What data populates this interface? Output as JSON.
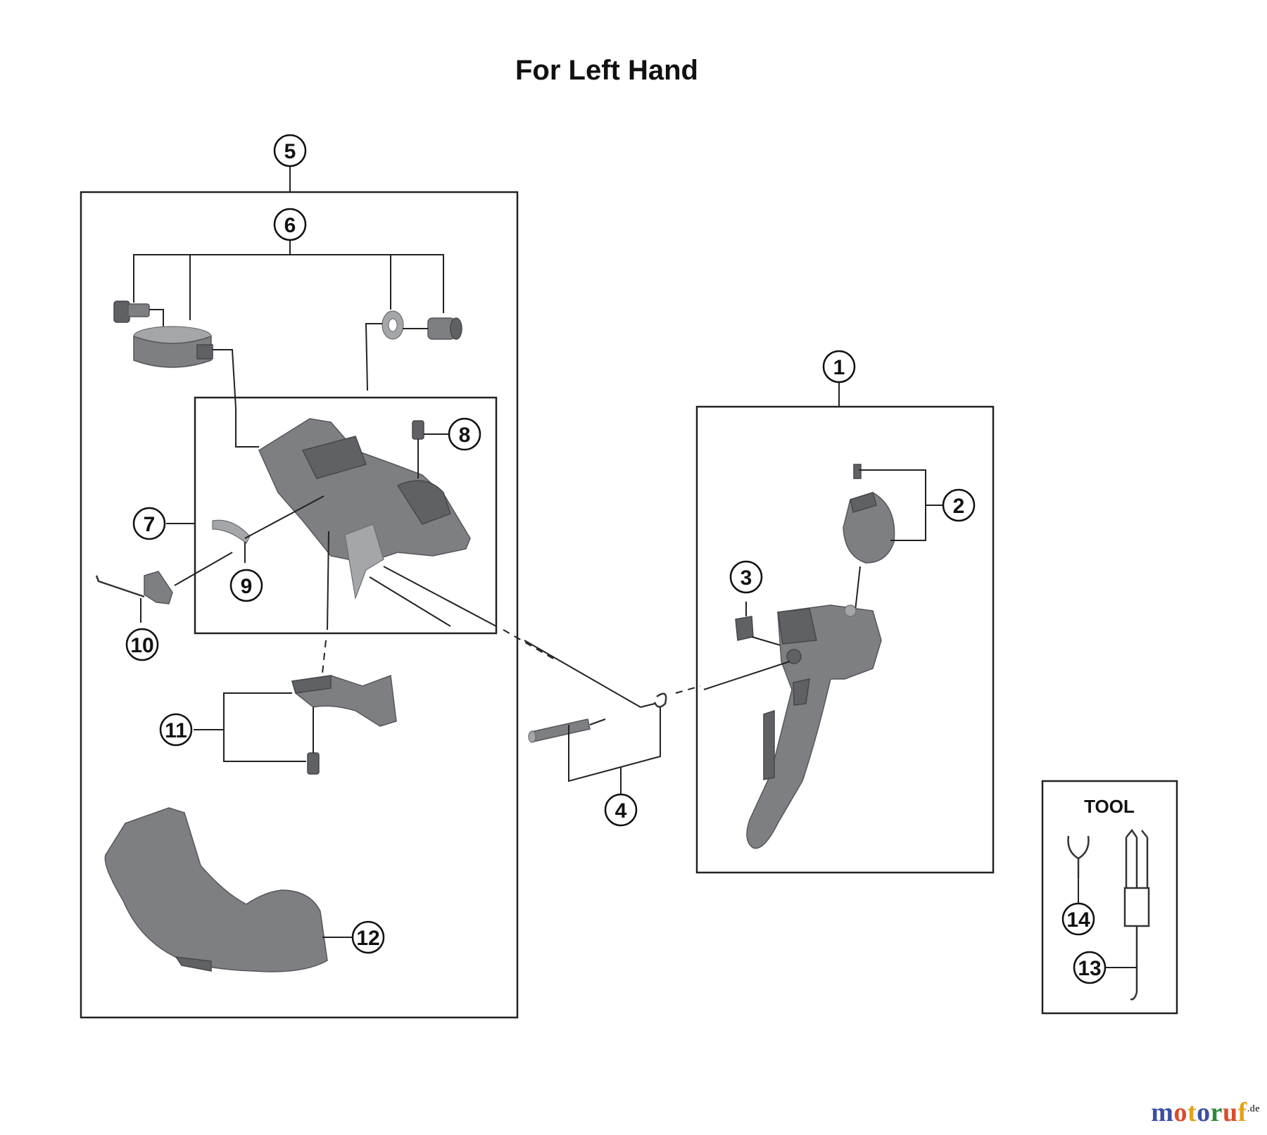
{
  "title": "For Left Hand",
  "callouts": {
    "c1": "1",
    "c2": "2",
    "c3": "3",
    "c4": "4",
    "c5": "5",
    "c6": "6",
    "c7": "7",
    "c8": "8",
    "c9": "9",
    "c10": "10",
    "c11": "11",
    "c12": "12",
    "c13": "13",
    "c14": "14"
  },
  "tool_box": {
    "label": "TOOL"
  },
  "watermark": {
    "letters": [
      {
        "ch": "m",
        "color": "#3b4fa3"
      },
      {
        "ch": "o",
        "color": "#d94b2b"
      },
      {
        "ch": "t",
        "color": "#e2a21b"
      },
      {
        "ch": "o",
        "color": "#3b4fa3"
      },
      {
        "ch": "r",
        "color": "#2c8a3d"
      },
      {
        "ch": "u",
        "color": "#d94b2b"
      },
      {
        "ch": "f",
        "color": "#e2a21b"
      }
    ],
    "suffix": ".de"
  }
}
